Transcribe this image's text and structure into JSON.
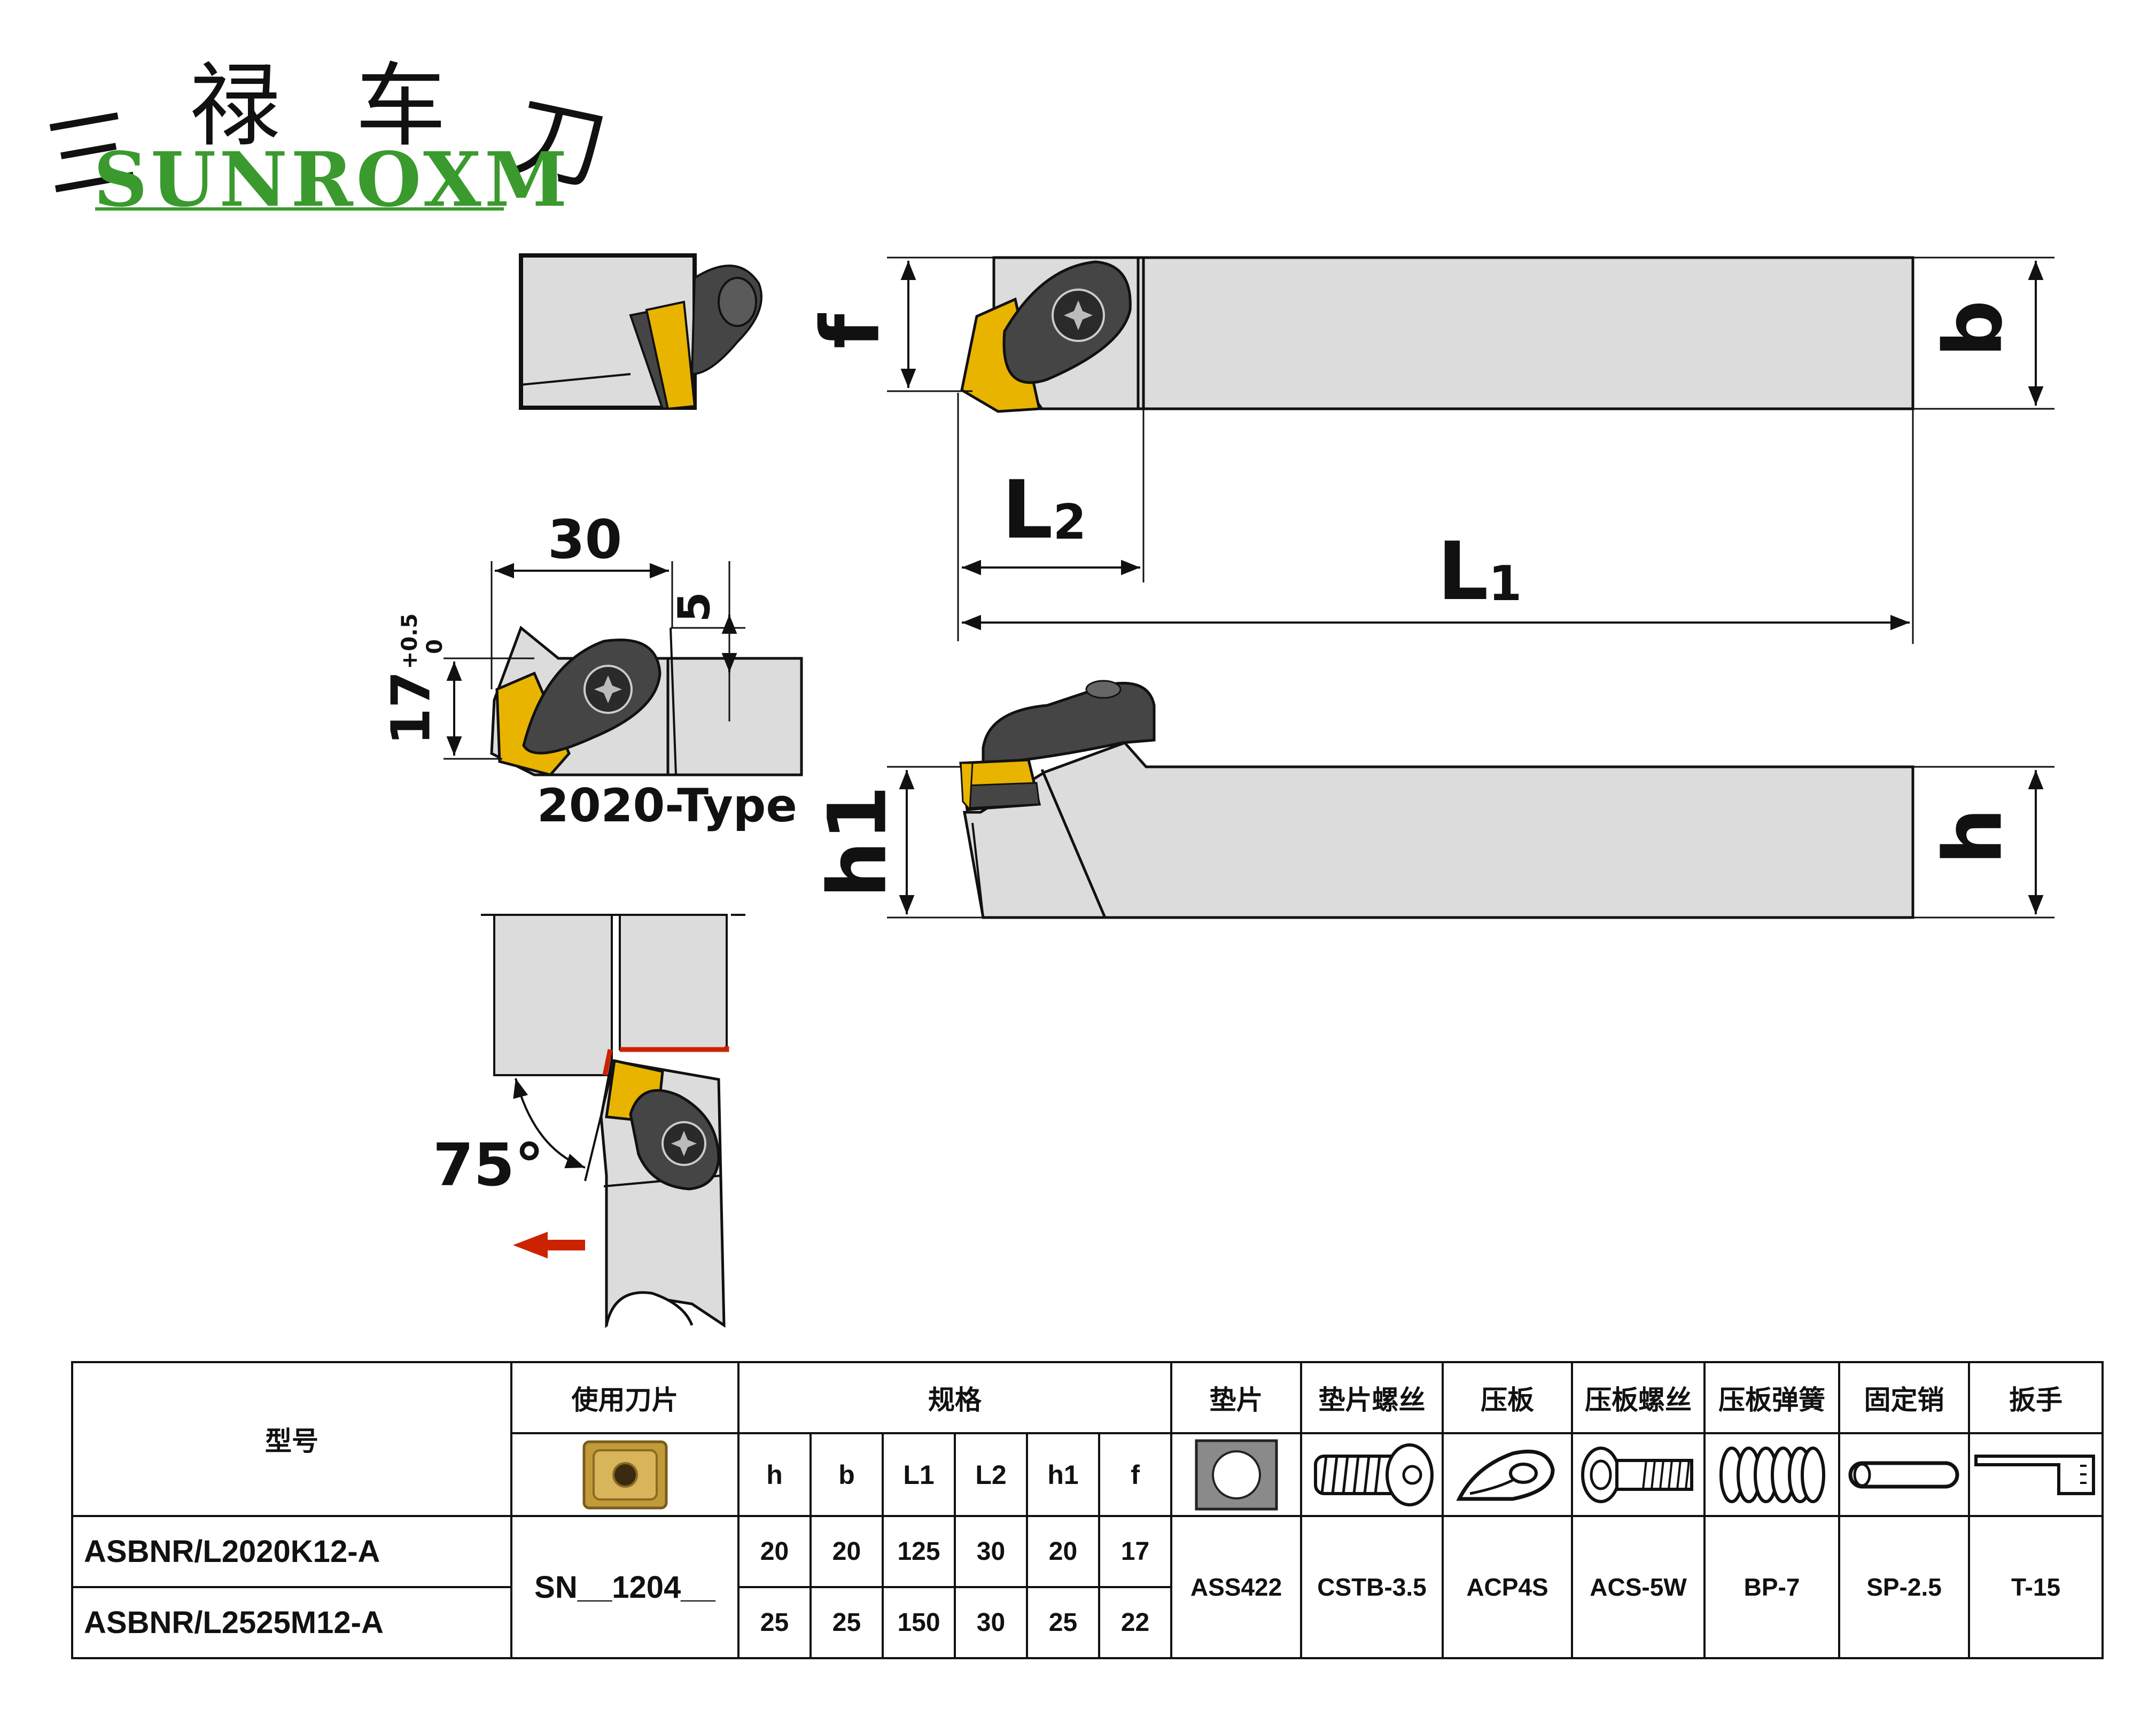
{
  "brand": {
    "chars": [
      "三",
      "禄",
      "车",
      "刀"
    ],
    "name": "SUNROXM",
    "name_color": "#3a9a2e"
  },
  "drawing": {
    "labels": {
      "f": "f",
      "b": "b",
      "h": "h",
      "h1": "h1",
      "L1": "L",
      "L1_sub": "1",
      "L2": "L",
      "L2_sub": "2",
      "width30": "30",
      "offset5": "5",
      "height17": "17",
      "tol_plus": "+0.5",
      "tol_zero": "0",
      "type_label": "2020-Type",
      "angle": "75°"
    },
    "colors": {
      "holder": "#dcdcdc",
      "insert": "#e8b400",
      "clamp": "#454545",
      "arrow": "#cc2200"
    }
  },
  "table": {
    "headers": {
      "model": "型号",
      "insert": "使用刀片",
      "spec": "规格",
      "shim": "垫片",
      "shim_screw": "垫片螺丝",
      "clamp": "压板",
      "clamp_screw": "压板螺丝",
      "clamp_spring": "压板弹簧",
      "pin": "固定销",
      "wrench": "扳手"
    },
    "spec_columns": [
      "h",
      "b",
      "L1",
      "L2",
      "h1",
      "f"
    ],
    "icons": [
      "insert-image",
      "shim-icon",
      "shim-screw-icon",
      "clamp-icon",
      "clamp-screw-icon",
      "spring-icon",
      "pin-icon",
      "wrench-icon"
    ],
    "rows": [
      {
        "model": "ASBNR/L2020K12-A",
        "h": "20",
        "b": "20",
        "L1": "125",
        "L2": "30",
        "h1": "20",
        "f": "17"
      },
      {
        "model": "ASBNR/L2525M12-A",
        "h": "25",
        "b": "25",
        "L1": "150",
        "L2": "30",
        "h1": "25",
        "f": "22"
      }
    ],
    "insert_value": "SN__1204__",
    "parts": {
      "shim": "ASS422",
      "shim_screw": "CSTB-3.5",
      "clamp": "ACP4S",
      "clamp_screw": "ACS-5W",
      "clamp_spring": "BP-7",
      "pin": "SP-2.5",
      "wrench": "T-15"
    }
  }
}
